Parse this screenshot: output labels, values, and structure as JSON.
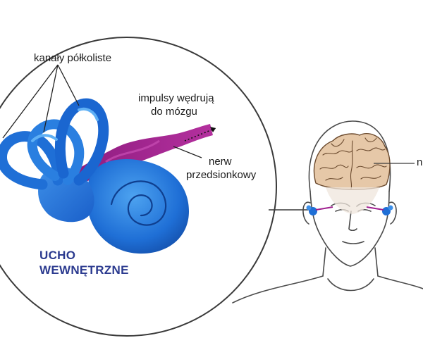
{
  "labels": {
    "canals": "kanały półkoliste",
    "impulses_line1": "impulsy wędrują",
    "impulses_line2": "do mózgu",
    "nerve_line1": "nerw",
    "nerve_line2": "przedsionkowy",
    "title_line1": "UCHO",
    "title_line2": "WEWNĘTRZNE",
    "cut_label": "n"
  },
  "colors": {
    "inner_ear_blue": "#1f6fd6",
    "inner_ear_light": "#4da3f0",
    "nerve_magenta": "#a0208f",
    "title_navy": "#2b3a8f",
    "brain_tan": "#e6c8a8",
    "outline": "#333333"
  },
  "icons": {
    "arrow": "dotted-arrow-icon",
    "brain": "brain-icon",
    "head": "head-outline-icon",
    "ear": "inner-ear-icon"
  }
}
